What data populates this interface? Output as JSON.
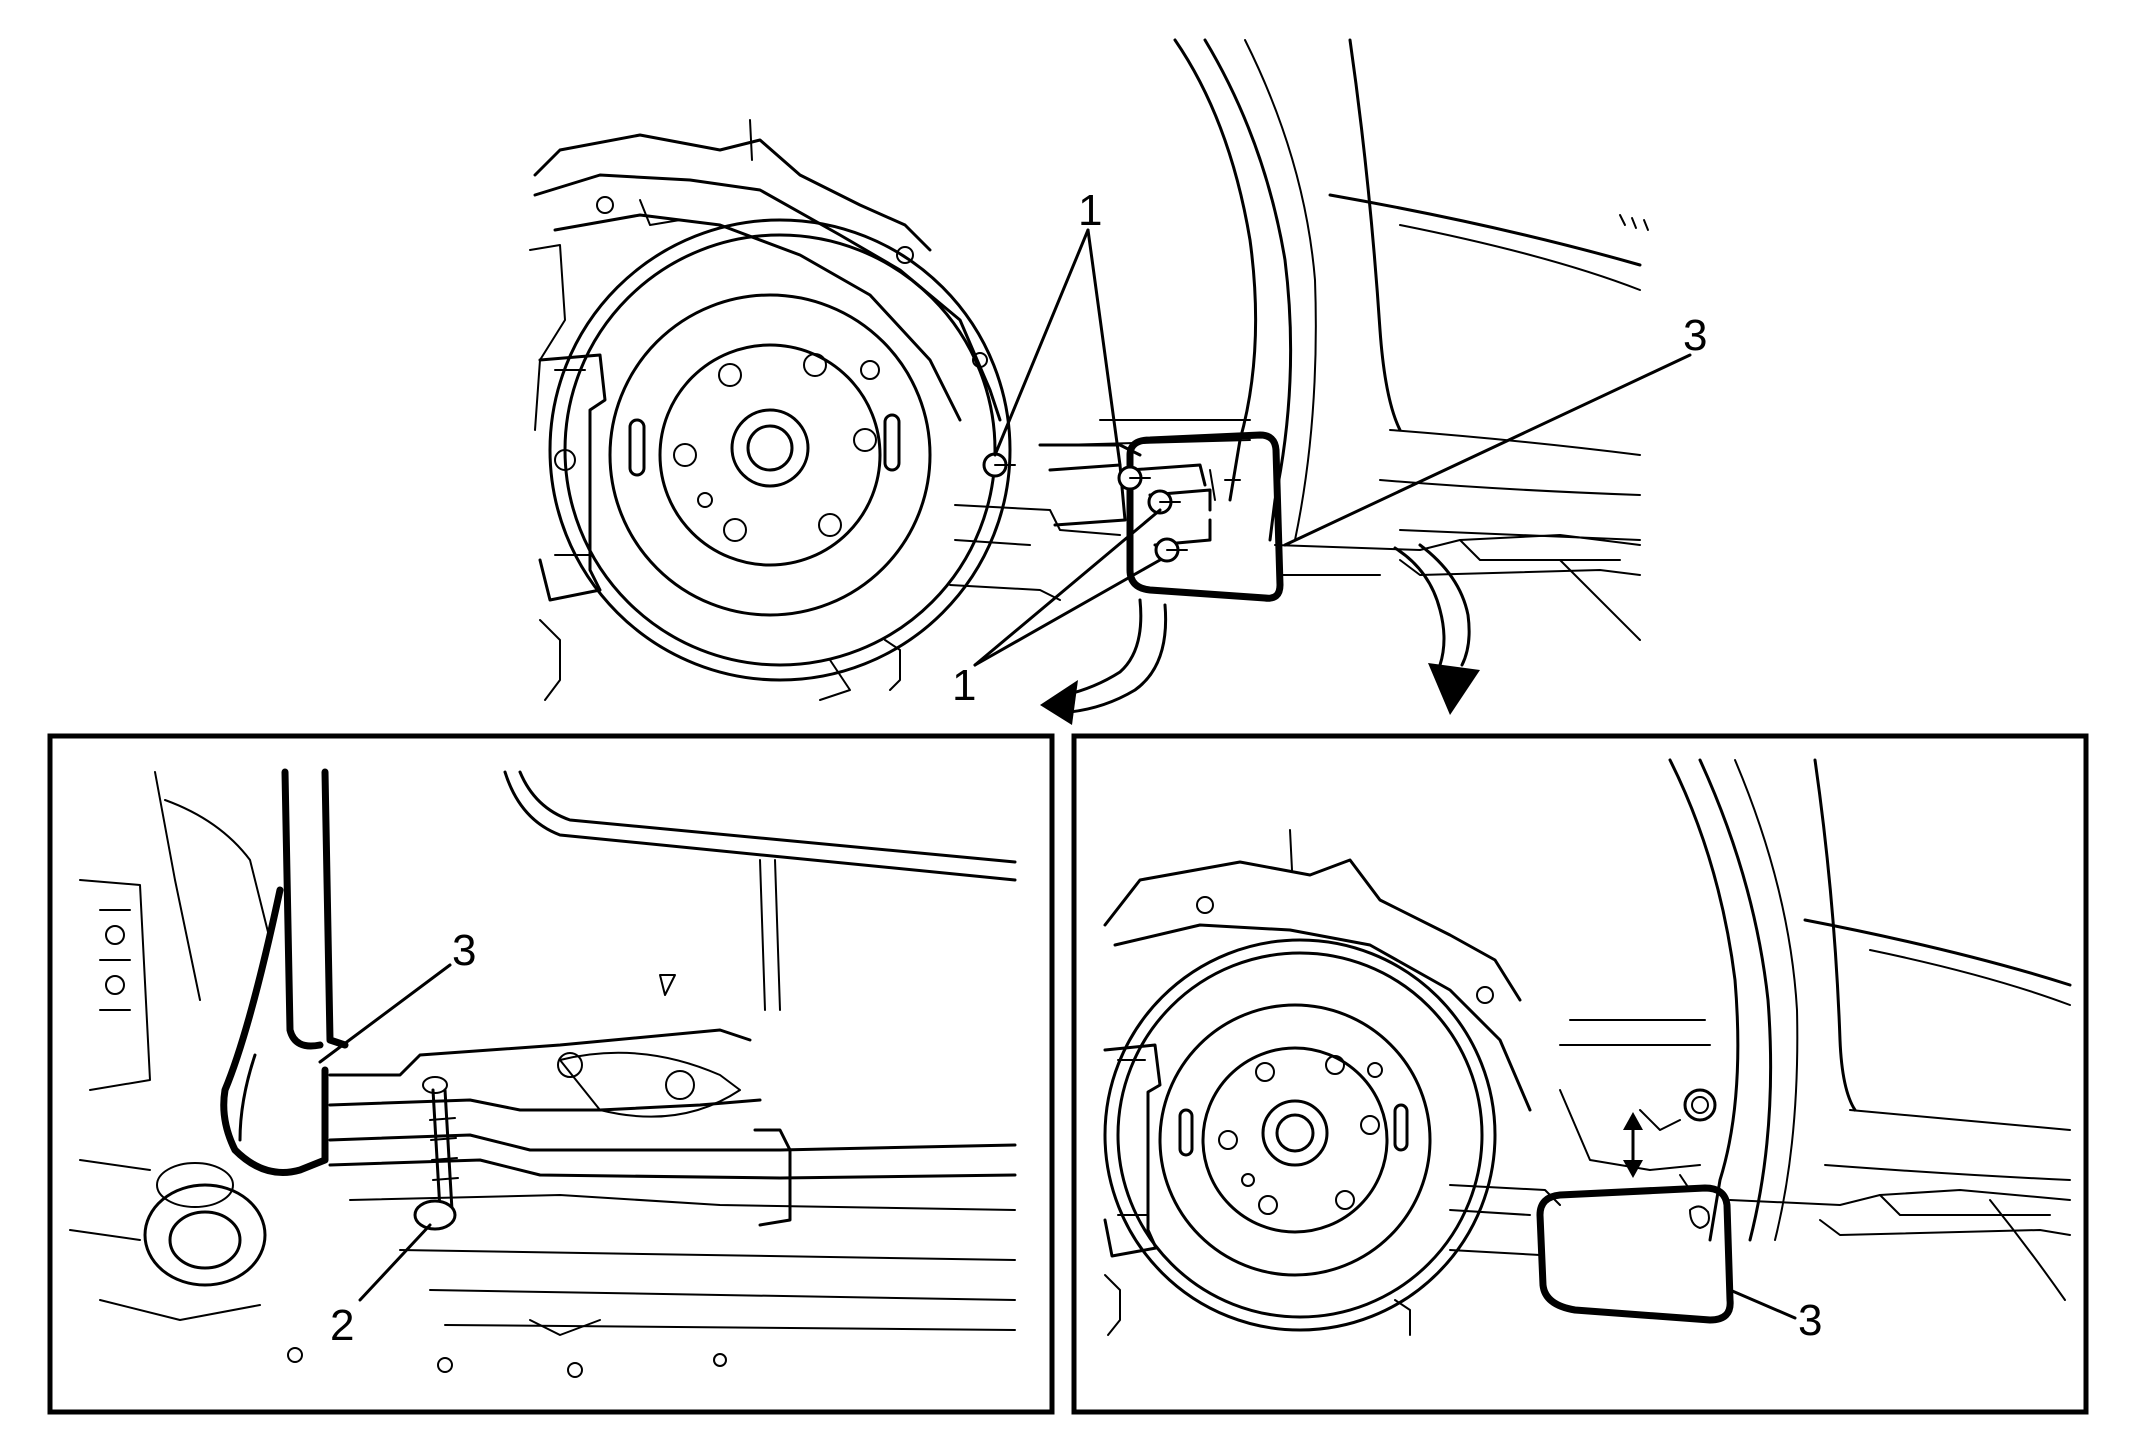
{
  "callouts": {
    "top": {
      "bolt_upper": "1",
      "bolt_lower": "1",
      "panel": "3"
    },
    "bottom_left": {
      "panel": "3",
      "fastener": "2"
    },
    "bottom_right": {
      "panel": "3"
    }
  },
  "colors": {
    "ink": "#000000",
    "paper": "#ffffff"
  }
}
